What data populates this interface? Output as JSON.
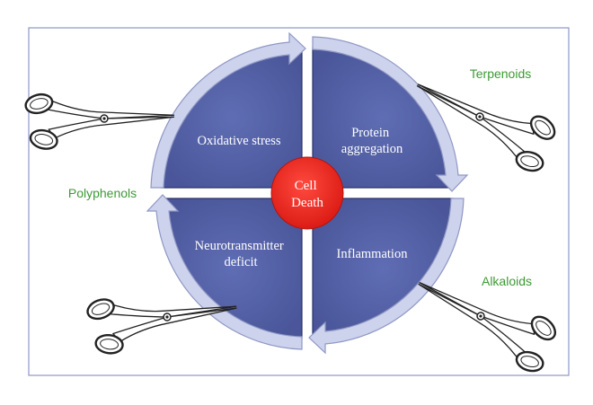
{
  "diagram": {
    "quadrants": {
      "top_left": [
        "Oxidative stress"
      ],
      "top_right": [
        "Protein",
        "aggregation"
      ],
      "bottom_left": [
        "Neurotransmitter",
        "deficit"
      ],
      "bottom_right": [
        "Inflammation"
      ]
    },
    "center": [
      "Cell",
      "Death"
    ],
    "compounds": {
      "terpenoids": "Terpenoids",
      "polyphenols": "Polyphenols",
      "alkaloids": "Alkaloids"
    },
    "colors": {
      "quadrant_fill": "#5260a6",
      "quadrant_stroke": "#2b3268",
      "arrow_fill": "#cdd3ec",
      "arrow_stroke": "#8e97c4",
      "center_fill": "#e1211c",
      "compound_text": "#3d9a34",
      "frame": "#8e97c4"
    },
    "icons": [
      "scissors-icon",
      "scissors-icon",
      "scissors-icon",
      "scissors-icon"
    ]
  }
}
